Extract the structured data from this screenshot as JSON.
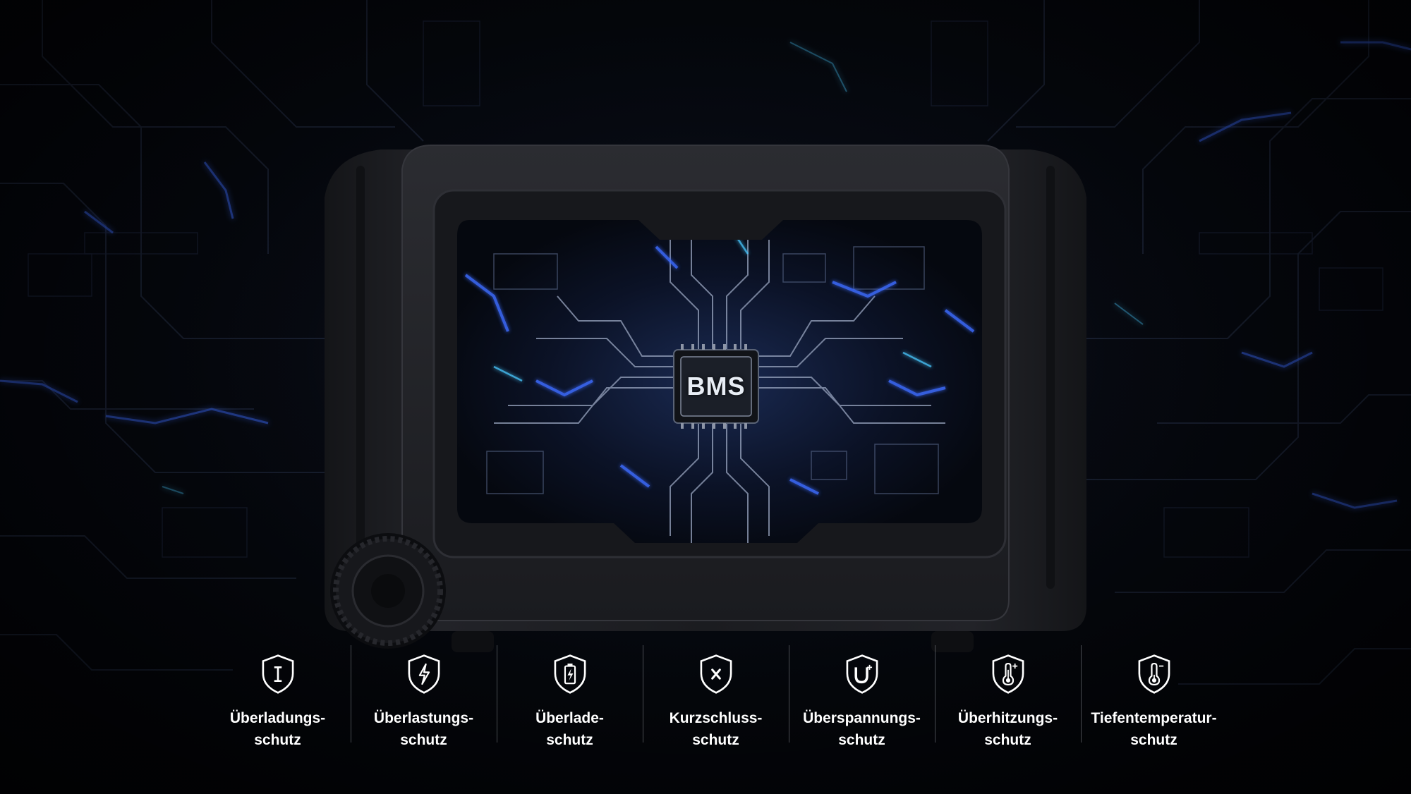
{
  "chip": {
    "label": "BMS"
  },
  "colors": {
    "accent_blue": "#3d6cff",
    "glow_cyan": "#49c8ff",
    "background": "#05070c",
    "device_body": "#1c1d21",
    "text": "#ffffff"
  },
  "features": [
    {
      "icon": "current-shield-icon",
      "line1": "Überladungs-",
      "line2": "schutz"
    },
    {
      "icon": "lightning-shield-icon",
      "line1": "Überlastungs-",
      "line2": "schutz"
    },
    {
      "icon": "battery-charge-shield-icon",
      "line1": "Überlade-",
      "line2": "schutz"
    },
    {
      "icon": "short-circuit-shield-icon",
      "line1": "Kurzschluss-",
      "line2": "schutz"
    },
    {
      "icon": "overvoltage-shield-icon",
      "line1": "Überspannungs-",
      "line2": "schutz"
    },
    {
      "icon": "overheat-shield-icon",
      "line1": "Überhitzungs-",
      "line2": "schutz"
    },
    {
      "icon": "low-temperature-shield-icon",
      "line1": "Tiefentemperatur-",
      "line2": "schutz"
    }
  ]
}
